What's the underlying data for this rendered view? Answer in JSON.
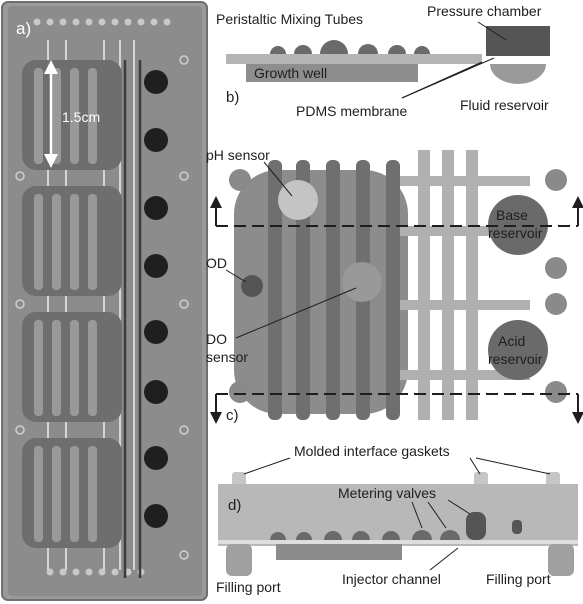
{
  "panels": {
    "a": {
      "letter": "a)",
      "scale_label": "1.5cm"
    },
    "b": {
      "letter": "b)",
      "label_mixing": "Peristaltic Mixing Tubes",
      "label_pressure": "Pressure chamber",
      "label_growth": "Growth well",
      "label_pdms": "PDMS membrane",
      "label_fluid": "Fluid reservoir"
    },
    "c": {
      "letter": "c)",
      "label_ph": "pH sensor",
      "label_od": "OD",
      "label_do_1": "DO",
      "label_do_2": "sensor",
      "label_base_1": "Base",
      "label_base_2": "reservoir",
      "label_acid_1": "Acid",
      "label_acid_2": "reservoir"
    },
    "d": {
      "letter": "d)",
      "label_gaskets": "Molded interface gaskets",
      "label_metering": "Metering valves",
      "label_injector": "Injector channel",
      "label_fill_left": "Filling port",
      "label_fill_right": "Filling port"
    }
  },
  "colors": {
    "photo_bg": "#8f8f8f",
    "chip_gray": "#a9a9a9",
    "dark_gray": "#5d5d5d",
    "mid_gray": "#7c7c7c",
    "light_panel": "#cfcfcf"
  }
}
